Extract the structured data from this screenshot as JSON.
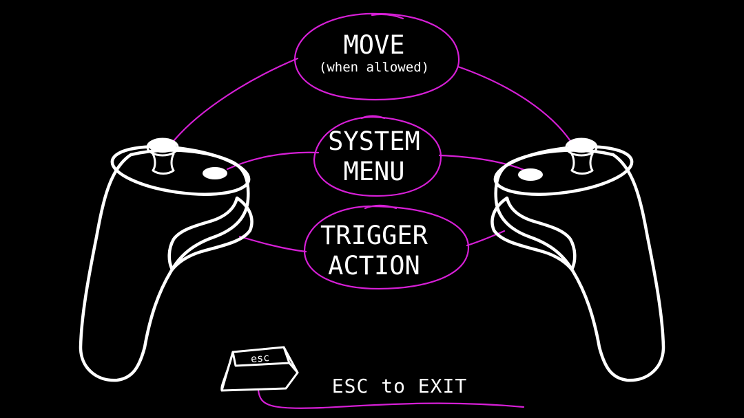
{
  "labels": {
    "move": {
      "title": "MOVE",
      "subtitle": "(when allowed)"
    },
    "system_menu": {
      "line1": "SYSTEM",
      "line2": "MENU"
    },
    "trigger": {
      "line1": "TRIGGER",
      "line2": "ACTION"
    },
    "exit": "ESC to EXIT",
    "esc_key": "esc"
  },
  "colors": {
    "background": "#000000",
    "outline": "#ffffff",
    "accent": "#d61fd6"
  }
}
